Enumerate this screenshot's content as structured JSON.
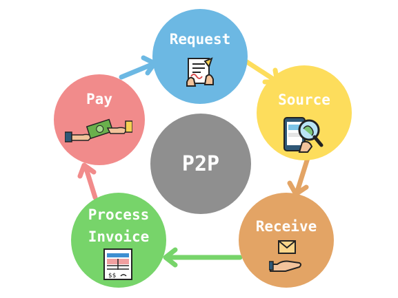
{
  "center": {
    "label": "P2P",
    "color": "#8f8f8f"
  },
  "steps": [
    {
      "id": "request",
      "label": "Request",
      "color": "#6cb8e3",
      "icon": "document-signing-icon"
    },
    {
      "id": "source",
      "label": "Source",
      "color": "#fddd5c",
      "icon": "phone-magnifier-icon"
    },
    {
      "id": "receive",
      "label": "Receive",
      "color": "#e3a465",
      "icon": "envelope-hand-icon"
    },
    {
      "id": "process-invoice",
      "label_line1": "Process",
      "label_line2": "Invoice",
      "color": "#77d46a",
      "icon": "invoice-icon"
    },
    {
      "id": "pay",
      "label": "Pay",
      "color": "#f18b8b",
      "icon": "money-handoff-icon"
    }
  ],
  "arrows": [
    {
      "from": "pay",
      "to": "request",
      "color": "#6cb8e3"
    },
    {
      "from": "request",
      "to": "source",
      "color": "#fddd5c"
    },
    {
      "from": "source",
      "to": "receive",
      "color": "#e3a465"
    },
    {
      "from": "receive",
      "to": "process-invoice",
      "color": "#77d46a"
    },
    {
      "from": "process-invoice",
      "to": "pay",
      "color": "#f18b8b"
    }
  ]
}
